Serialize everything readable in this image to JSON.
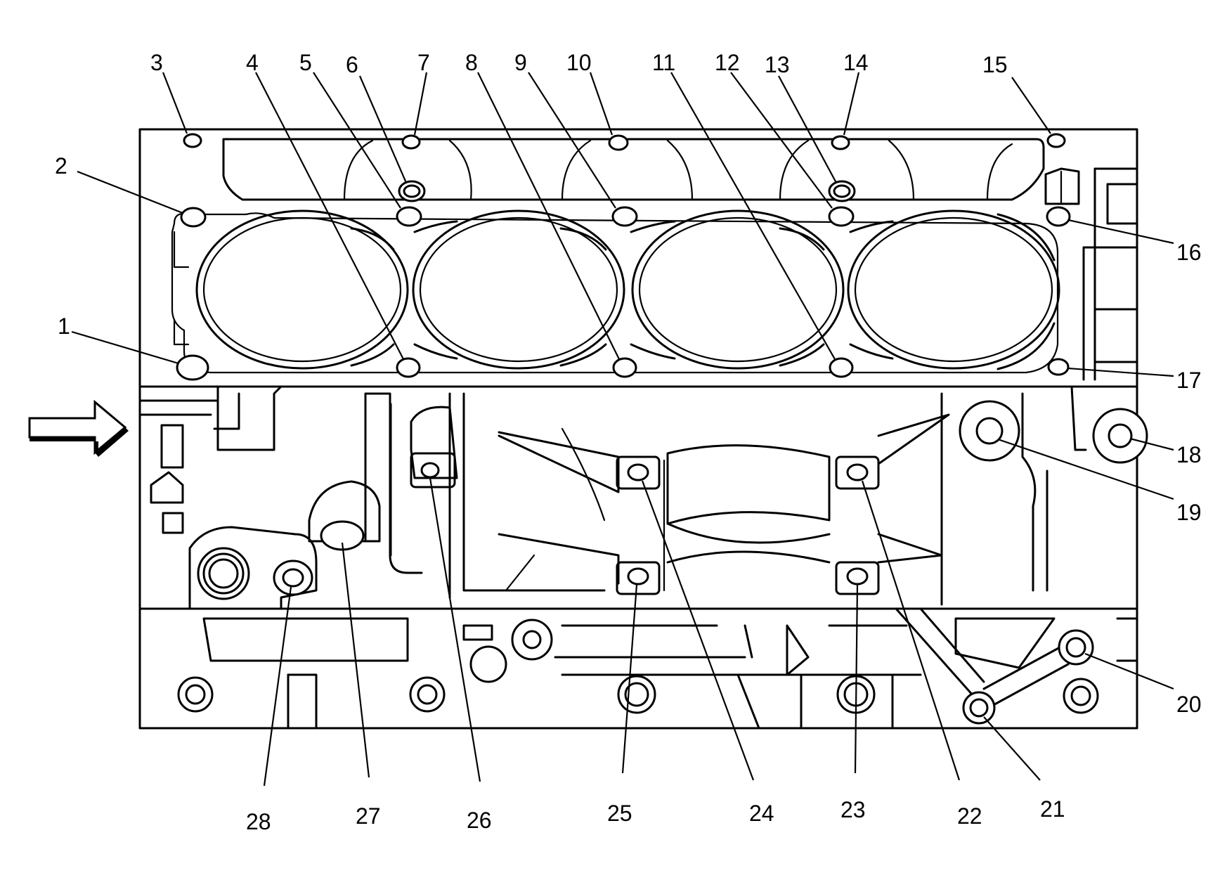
{
  "callouts": [
    {
      "id": "1",
      "label": "1"
    },
    {
      "id": "2",
      "label": "2"
    },
    {
      "id": "3",
      "label": "3"
    },
    {
      "id": "4",
      "label": "4"
    },
    {
      "id": "5",
      "label": "5"
    },
    {
      "id": "6",
      "label": "6"
    },
    {
      "id": "7",
      "label": "7"
    },
    {
      "id": "8",
      "label": "8"
    },
    {
      "id": "9",
      "label": "9"
    },
    {
      "id": "10",
      "label": "10"
    },
    {
      "id": "11",
      "label": "11"
    },
    {
      "id": "12",
      "label": "12"
    },
    {
      "id": "13",
      "label": "13"
    },
    {
      "id": "14",
      "label": "14"
    },
    {
      "id": "15",
      "label": "15"
    },
    {
      "id": "16",
      "label": "16"
    },
    {
      "id": "17",
      "label": "17"
    },
    {
      "id": "18",
      "label": "18"
    },
    {
      "id": "19",
      "label": "19"
    },
    {
      "id": "20",
      "label": "20"
    },
    {
      "id": "21",
      "label": "21"
    },
    {
      "id": "22",
      "label": "22"
    },
    {
      "id": "23",
      "label": "23"
    },
    {
      "id": "24",
      "label": "24"
    },
    {
      "id": "25",
      "label": "25"
    },
    {
      "id": "26",
      "label": "26"
    },
    {
      "id": "27",
      "label": "27"
    },
    {
      "id": "28",
      "label": "28"
    }
  ],
  "colors": {
    "line": "#000000",
    "background": "#ffffff"
  },
  "icons": {
    "direction_indicator": "arrow-right-icon"
  }
}
